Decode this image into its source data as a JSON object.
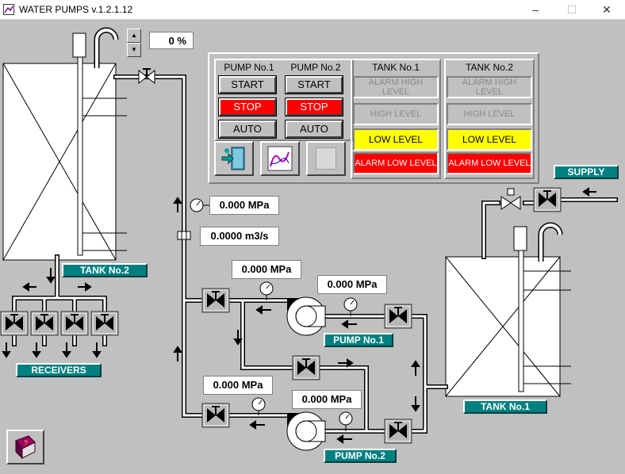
{
  "window": {
    "title": "WATER PUMPS v.1.2.1.12",
    "minimize": "–",
    "maximize": "☐",
    "close": "✕"
  },
  "percent": {
    "value": "0 %",
    "up": "▲",
    "down": "▼"
  },
  "control": {
    "pump1": {
      "header": "PUMP No.1",
      "start": "START",
      "stop": "STOP",
      "auto": "AUTO"
    },
    "pump2": {
      "header": "PUMP No.2",
      "start": "START",
      "stop": "STOP",
      "auto": "AUTO"
    },
    "tank1": {
      "header": "TANK No.1",
      "alarm_high": "ALARM HIGH LEVEL",
      "high": "HIGH LEVEL",
      "low": "LOW LEVEL",
      "alarm_low": "ALARM LOW LEVEL"
    },
    "tank2": {
      "header": "TANK No.2",
      "alarm_high": "ALARM HIGH LEVEL",
      "high": "HIGH LEVEL",
      "low": "LOW LEVEL",
      "alarm_low": "ALARM LOW LEVEL"
    }
  },
  "readings": {
    "main_pressure": "0.000 MPa",
    "flow": "0.0000 m3/s",
    "pump1_out_pressure": "0.000 MPa",
    "pump1_in_pressure": "0.000 MPa",
    "pump2_out_pressure": "0.000 MPa",
    "pump2_in_pressure": "0.000 MPa"
  },
  "labels": {
    "supply": "SUPPLY",
    "tank2": "TANK No.2",
    "tank1": "TANK No.1",
    "pump1": "PUMP No.1",
    "pump2": "PUMP No.2",
    "receivers": "RECEIVERS"
  },
  "colors": {
    "background": "#c0c0c0",
    "label_teal": "#008080",
    "stop_red": "#ff0000",
    "low_yellow": "#ffff00"
  },
  "icons": [
    "exit-icon",
    "chart-icon",
    "blank-button",
    "help-book-icon",
    "gate-valve-icon",
    "pressure-gauge-icon",
    "flow-meter-icon",
    "pump-icon"
  ]
}
